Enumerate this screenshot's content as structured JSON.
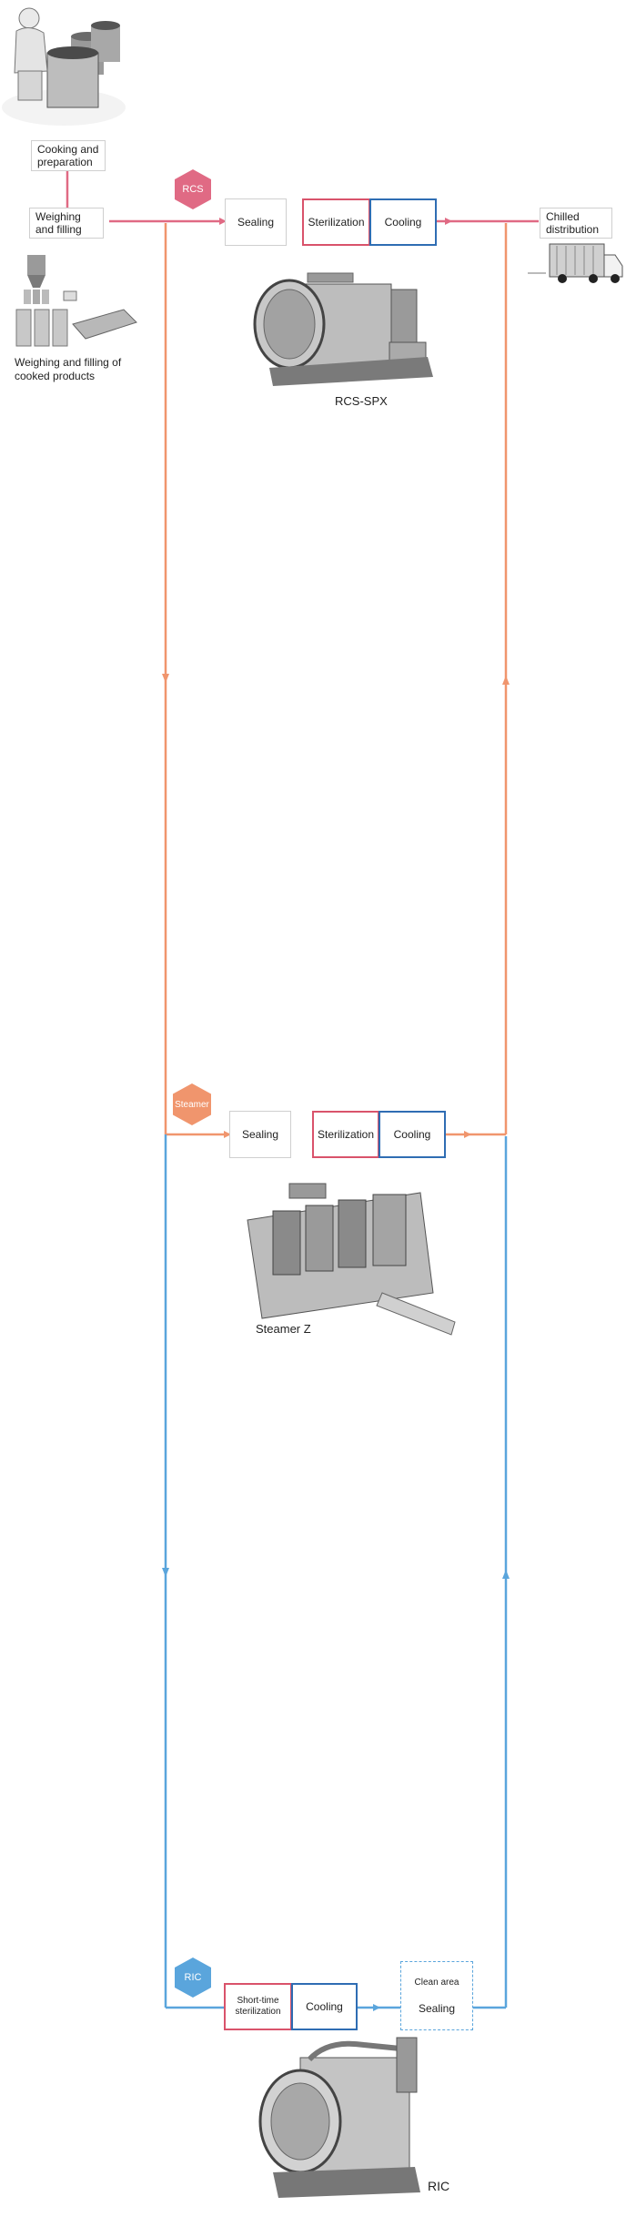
{
  "top": {
    "cooking_label": "Cooking and\npreparation",
    "weighing_label": "Weighing\nand filling",
    "weighing_caption": "Weighing and filling of\ncooked products",
    "chilled_label": "Chilled\ndistribution"
  },
  "rcs": {
    "badge": "RCS",
    "sealing": "Sealing",
    "sterilization": "Sterilization",
    "cooling": "Cooling",
    "machine_caption": "RCS-SPX"
  },
  "steamer": {
    "badge": "Steamer",
    "sealing": "Sealing",
    "sterilization": "Sterilization",
    "cooling": "Cooling",
    "machine_caption": "Steamer Z"
  },
  "ric": {
    "badge": "RIC",
    "short_sterilization": "Short-time\nsterilization",
    "cooling": "Cooling",
    "clean_area": "Clean area",
    "sealing": "Sealing",
    "machine_caption": "RIC"
  },
  "colors": {
    "rcs": "#e06a84",
    "steamer": "#f0956d",
    "ric": "#5aa5dc",
    "red_border": "#d9536b",
    "blue_border": "#2f6db3"
  }
}
